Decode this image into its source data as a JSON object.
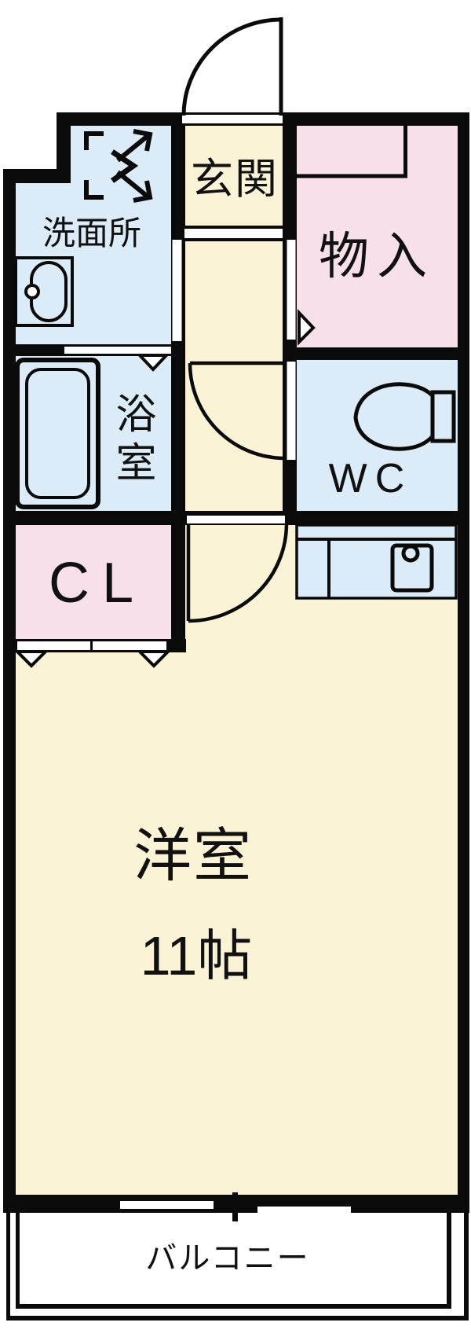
{
  "floorplan": {
    "rooms": {
      "entrance": {
        "label": "玄関"
      },
      "washroom": {
        "label": "洗面所"
      },
      "storage": {
        "label": "物入"
      },
      "bathroom": {
        "label": "浴室"
      },
      "toilet": {
        "label": "WC"
      },
      "closet": {
        "label": "CL"
      },
      "main_room": {
        "label": "洋室",
        "size": "11帖"
      },
      "balcony": {
        "label": "バルコニー"
      }
    },
    "colors": {
      "wall": "#0a0a0a",
      "cream_floor": "#fbf3d6",
      "blue_floor": "#dbecf8",
      "pink_floor": "#f8e0eb",
      "opening": "#ffffff",
      "text": "#111111"
    },
    "fixtures": {
      "washing_machine_pan": "washing-machine-pan-icon",
      "washbasin": "washbasin-icon",
      "bathtub": "bathtub-icon",
      "toilet_bowl": "toilet-icon",
      "kitchen_sink": "kitchen-sink-icon",
      "entrance_door": "swing-door",
      "wc_door": "swing-door",
      "main_room_door": "swing-door",
      "closet_doors": "sliding-door",
      "balcony_window": "sliding-window"
    }
  }
}
